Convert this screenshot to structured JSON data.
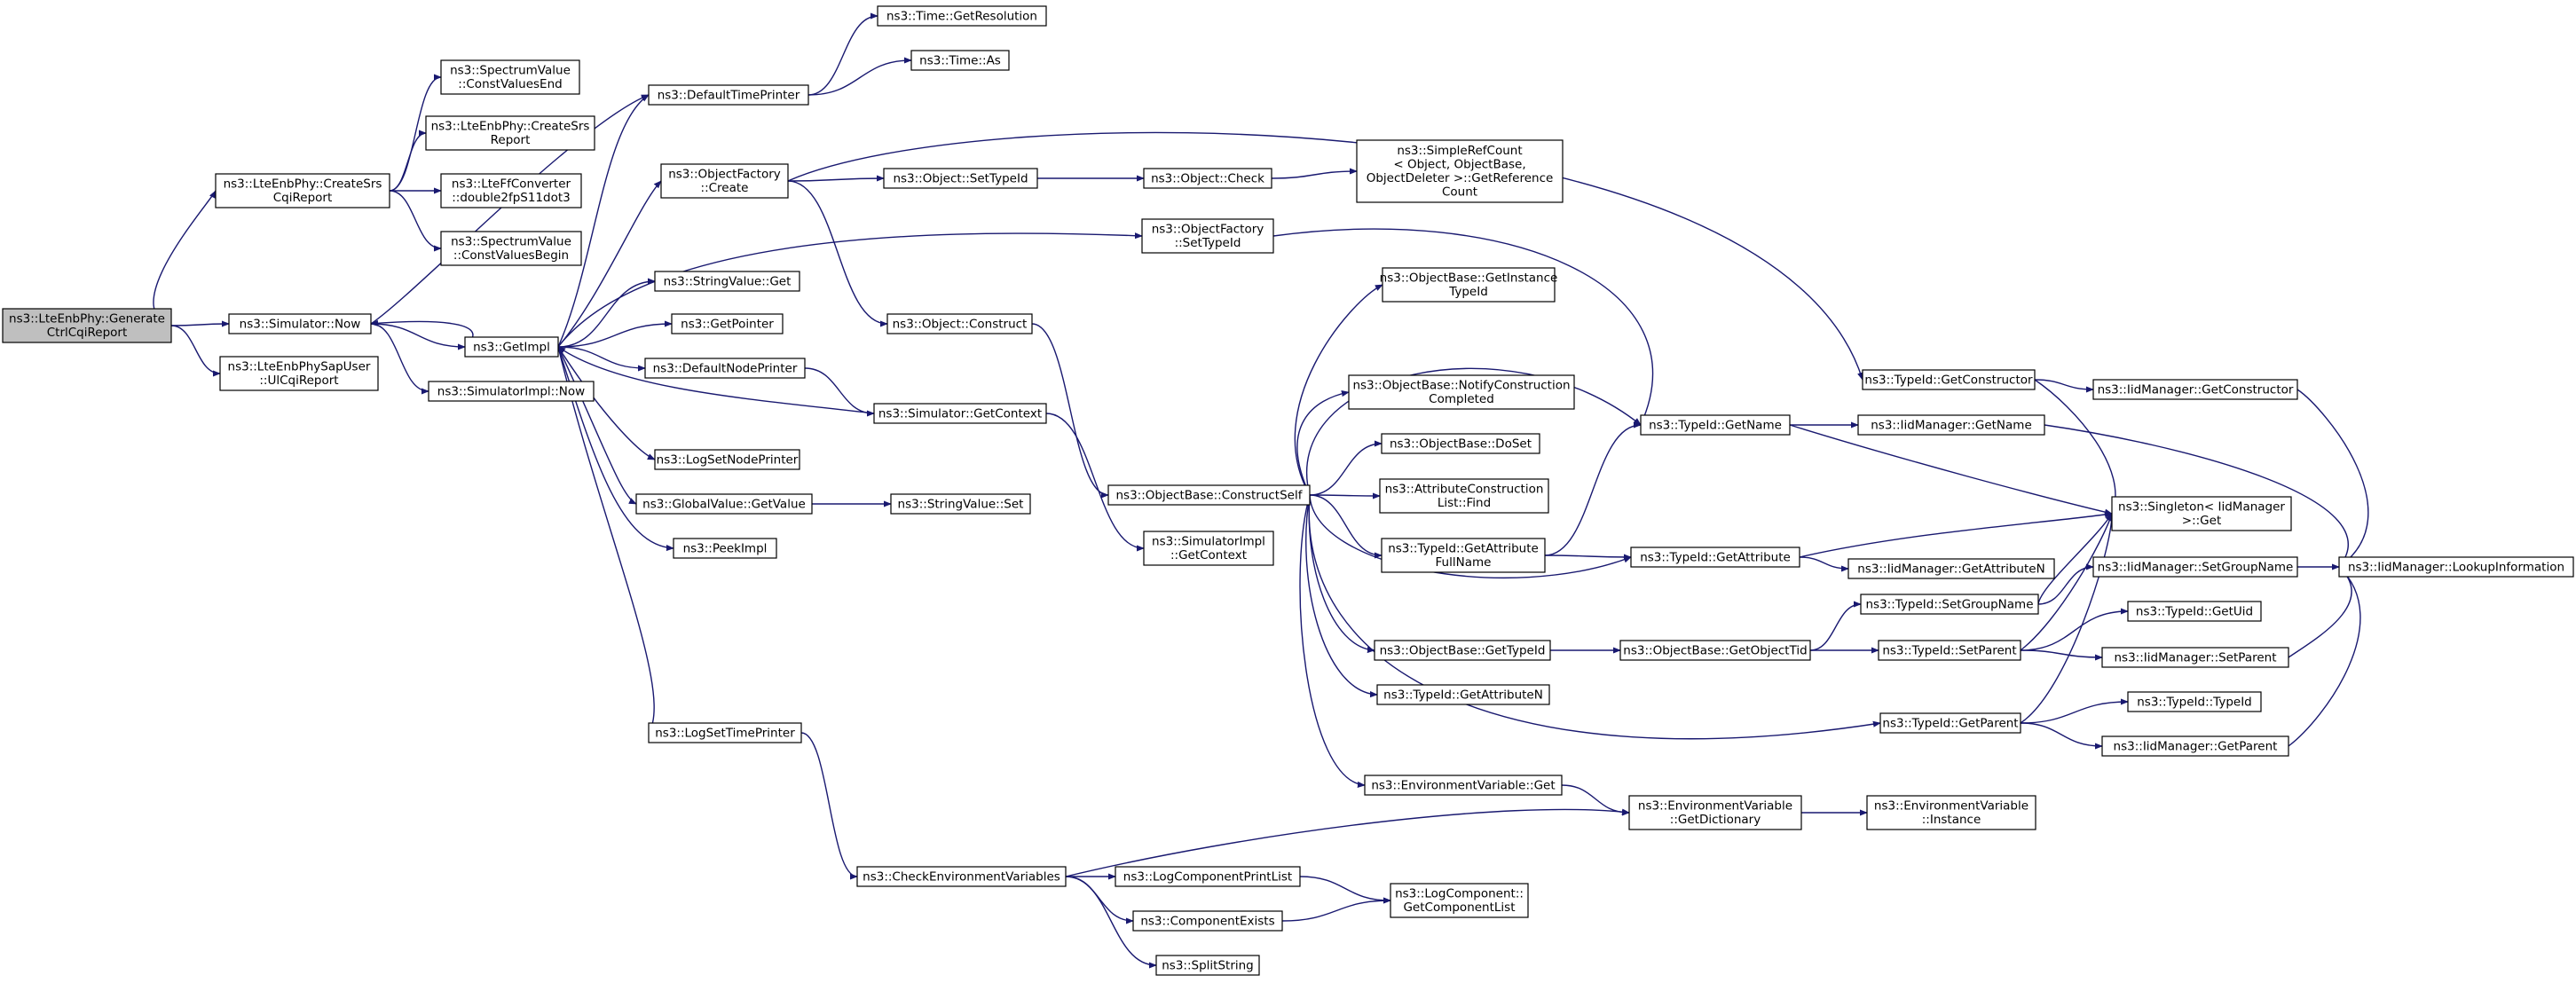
{
  "colors": {
    "edge": "#191970",
    "node_fill": "#ffffff",
    "root_fill": "#bfbfbf",
    "border": "#000000"
  },
  "nodes": [
    {
      "id": "root",
      "lines": [
        "ns3::LteEnbPhy::Generate",
        "CtrlCqiReport"
      ],
      "root": true
    },
    {
      "id": "createSrs",
      "lines": [
        "ns3::LteEnbPhy::CreateSrs",
        "CqiReport"
      ]
    },
    {
      "id": "simNow",
      "lines": [
        "ns3::Simulator::Now"
      ]
    },
    {
      "id": "ulCqi",
      "lines": [
        "ns3::LteEnbPhySapUser",
        "::UlCqiReport"
      ]
    },
    {
      "id": "cvEnd",
      "lines": [
        "ns3::SpectrumValue",
        "::ConstValuesEnd"
      ]
    },
    {
      "id": "createSrsRep",
      "lines": [
        "ns3::LteEnbPhy::CreateSrs",
        "Report"
      ]
    },
    {
      "id": "ffconv",
      "lines": [
        "ns3::LteFfConverter",
        "::double2fpS11dot3"
      ]
    },
    {
      "id": "cvBegin",
      "lines": [
        "ns3::SpectrumValue",
        "::ConstValuesBegin"
      ]
    },
    {
      "id": "getImpl",
      "lines": [
        "ns3::GetImpl"
      ]
    },
    {
      "id": "simImplNow",
      "lines": [
        "ns3::SimulatorImpl::Now"
      ]
    },
    {
      "id": "defTimePrinter",
      "lines": [
        "ns3::DefaultTimePrinter"
      ]
    },
    {
      "id": "objFactCreate",
      "lines": [
        "ns3::ObjectFactory",
        "::Create"
      ]
    },
    {
      "id": "strValGet",
      "lines": [
        "ns3::StringValue::Get"
      ]
    },
    {
      "id": "getPointer",
      "lines": [
        "ns3::GetPointer"
      ]
    },
    {
      "id": "defNodePrinter",
      "lines": [
        "ns3::DefaultNodePrinter"
      ]
    },
    {
      "id": "logSetNodePrinter",
      "lines": [
        "ns3::LogSetNodePrinter"
      ]
    },
    {
      "id": "gvGetValue",
      "lines": [
        "ns3::GlobalValue::GetValue"
      ]
    },
    {
      "id": "peekImpl",
      "lines": [
        "ns3::PeekImpl"
      ]
    },
    {
      "id": "logSetTimePrinter",
      "lines": [
        "ns3::LogSetTimePrinter"
      ]
    },
    {
      "id": "timeGetRes",
      "lines": [
        "ns3::Time::GetResolution"
      ]
    },
    {
      "id": "timeAs",
      "lines": [
        "ns3::Time::As"
      ]
    },
    {
      "id": "objSetTypeId",
      "lines": [
        "ns3::Object::SetTypeId"
      ]
    },
    {
      "id": "objConstruct",
      "lines": [
        "ns3::Object::Construct"
      ]
    },
    {
      "id": "simGetContext",
      "lines": [
        "ns3::Simulator::GetContext"
      ]
    },
    {
      "id": "strValSet",
      "lines": [
        "ns3::StringValue::Set"
      ]
    },
    {
      "id": "checkEnv",
      "lines": [
        "ns3::CheckEnvironmentVariables"
      ]
    },
    {
      "id": "objCheck",
      "lines": [
        "ns3::Object::Check"
      ]
    },
    {
      "id": "ofSetTypeId",
      "lines": [
        "ns3::ObjectFactory",
        "::SetTypeId"
      ]
    },
    {
      "id": "obConstructSelf",
      "lines": [
        "ns3::ObjectBase::ConstructSelf"
      ]
    },
    {
      "id": "simImplGetCtx",
      "lines": [
        "ns3::SimulatorImpl",
        "::GetContext"
      ]
    },
    {
      "id": "logCompPrintList",
      "lines": [
        "ns3::LogComponentPrintList"
      ]
    },
    {
      "id": "compExists",
      "lines": [
        "ns3::ComponentExists"
      ]
    },
    {
      "id": "splitString",
      "lines": [
        "ns3::SplitString"
      ]
    },
    {
      "id": "simpleRefCount",
      "lines": [
        "ns3::SimpleRefCount",
        "< Object, ObjectBase,",
        "ObjectDeleter >::GetReference",
        "Count"
      ]
    },
    {
      "id": "obGetInstTid",
      "lines": [
        "ns3::ObjectBase::GetInstance",
        "TypeId"
      ]
    },
    {
      "id": "obNotify",
      "lines": [
        "ns3::ObjectBase::NotifyConstruction",
        "Completed"
      ]
    },
    {
      "id": "obDoSet",
      "lines": [
        "ns3::ObjectBase::DoSet"
      ]
    },
    {
      "id": "acListFind",
      "lines": [
        "ns3::AttributeConstruction",
        "List::Find"
      ]
    },
    {
      "id": "tidGetAttrFull",
      "lines": [
        "ns3::TypeId::GetAttribute",
        "FullName"
      ]
    },
    {
      "id": "obGetTypeId",
      "lines": [
        "ns3::ObjectBase::GetTypeId"
      ]
    },
    {
      "id": "tidGetAttrN",
      "lines": [
        "ns3::TypeId::GetAttributeN"
      ]
    },
    {
      "id": "envGet",
      "lines": [
        "ns3::EnvironmentVariable::Get"
      ]
    },
    {
      "id": "logCompGetList",
      "lines": [
        "ns3::LogComponent::",
        "GetComponentList"
      ]
    },
    {
      "id": "tidGetName",
      "lines": [
        "ns3::TypeId::GetName"
      ]
    },
    {
      "id": "tidGetAttr",
      "lines": [
        "ns3::TypeId::GetAttribute"
      ]
    },
    {
      "id": "obGetObjTid",
      "lines": [
        "ns3::ObjectBase::GetObjectTid"
      ]
    },
    {
      "id": "envGetDict",
      "lines": [
        "ns3::EnvironmentVariable",
        "::GetDictionary"
      ]
    },
    {
      "id": "tidGetCtor",
      "lines": [
        "ns3::TypeId::GetConstructor"
      ]
    },
    {
      "id": "tidSetGroup",
      "lines": [
        "ns3::TypeId::SetGroupName"
      ]
    },
    {
      "id": "tidSetParent",
      "lines": [
        "ns3::TypeId::SetParent"
      ]
    },
    {
      "id": "tidGetParent",
      "lines": [
        "ns3::TypeId::GetParent"
      ]
    },
    {
      "id": "envInstance",
      "lines": [
        "ns3::EnvironmentVariable",
        "::Instance"
      ]
    },
    {
      "id": "iidGetCtor",
      "lines": [
        "ns3::IidManager::GetConstructor"
      ]
    },
    {
      "id": "iidGetName",
      "lines": [
        "ns3::IidManager::GetName"
      ]
    },
    {
      "id": "singletonGet",
      "lines": [
        "ns3::Singleton< IidManager",
        ">::Get"
      ]
    },
    {
      "id": "iidGetAttrN",
      "lines": [
        "ns3::IidManager::GetAttributeN"
      ]
    },
    {
      "id": "iidSetGroup",
      "lines": [
        "ns3::IidManager::SetGroupName"
      ]
    },
    {
      "id": "tidGetUid",
      "lines": [
        "ns3::TypeId::GetUid"
      ]
    },
    {
      "id": "iidSetParent",
      "lines": [
        "ns3::IidManager::SetParent"
      ]
    },
    {
      "id": "tidTypeId",
      "lines": [
        "ns3::TypeId::TypeId"
      ]
    },
    {
      "id": "iidGetParent",
      "lines": [
        "ns3::IidManager::GetParent"
      ]
    },
    {
      "id": "iidLookup",
      "lines": [
        "ns3::IidManager::LookupInformation"
      ]
    }
  ],
  "edges": [
    [
      "root",
      "createSrs"
    ],
    [
      "root",
      "simNow"
    ],
    [
      "root",
      "ulCqi"
    ],
    [
      "createSrs",
      "cvEnd"
    ],
    [
      "createSrs",
      "createSrsRep"
    ],
    [
      "createSrs",
      "ffconv"
    ],
    [
      "createSrs",
      "cvBegin"
    ],
    [
      "simNow",
      "getImpl"
    ],
    [
      "simNow",
      "simImplNow"
    ],
    [
      "simNow",
      "defTimePrinter"
    ],
    [
      "getImpl",
      "defTimePrinter"
    ],
    [
      "getImpl",
      "objFactCreate"
    ],
    [
      "getImpl",
      "strValGet"
    ],
    [
      "getImpl",
      "getPointer"
    ],
    [
      "getImpl",
      "defNodePrinter"
    ],
    [
      "getImpl",
      "logSetNodePrinter"
    ],
    [
      "getImpl",
      "gvGetValue"
    ],
    [
      "getImpl",
      "peekImpl"
    ],
    [
      "getImpl",
      "logSetTimePrinter"
    ],
    [
      "getImpl",
      "ofSetTypeId"
    ],
    [
      "getImpl",
      "simNow"
    ],
    [
      "defTimePrinter",
      "timeGetRes"
    ],
    [
      "defTimePrinter",
      "timeAs"
    ],
    [
      "objFactCreate",
      "objSetTypeId"
    ],
    [
      "objFactCreate",
      "objConstruct"
    ],
    [
      "objFactCreate",
      "tidGetCtor"
    ],
    [
      "defNodePrinter",
      "simGetContext"
    ],
    [
      "simGetContext",
      "getImpl"
    ],
    [
      "simGetContext",
      "simImplGetCtx"
    ],
    [
      "gvGetValue",
      "strValSet"
    ],
    [
      "logSetTimePrinter",
      "checkEnv"
    ],
    [
      "objSetTypeId",
      "objCheck"
    ],
    [
      "objCheck",
      "simpleRefCount"
    ],
    [
      "ofSetTypeId",
      "tidGetName"
    ],
    [
      "objConstruct",
      "obConstructSelf"
    ],
    [
      "checkEnv",
      "logCompPrintList"
    ],
    [
      "checkEnv",
      "compExists"
    ],
    [
      "checkEnv",
      "splitString"
    ],
    [
      "checkEnv",
      "envGetDict"
    ],
    [
      "logCompPrintList",
      "logCompGetList"
    ],
    [
      "compExists",
      "logCompGetList"
    ],
    [
      "obConstructSelf",
      "obGetInstTid"
    ],
    [
      "obConstructSelf",
      "tidGetName"
    ],
    [
      "obConstructSelf",
      "obNotify"
    ],
    [
      "obConstructSelf",
      "obDoSet"
    ],
    [
      "obConstructSelf",
      "acListFind"
    ],
    [
      "obConstructSelf",
      "tidGetAttrFull"
    ],
    [
      "obConstructSelf",
      "tidGetAttr"
    ],
    [
      "obConstructSelf",
      "obGetTypeId"
    ],
    [
      "obConstructSelf",
      "tidGetAttrN"
    ],
    [
      "obConstructSelf",
      "envGet"
    ],
    [
      "obConstructSelf",
      "tidGetParent"
    ],
    [
      "tidGetAttrFull",
      "tidGetName"
    ],
    [
      "tidGetAttrFull",
      "tidGetAttr"
    ],
    [
      "obGetTypeId",
      "obGetObjTid"
    ],
    [
      "envGet",
      "envGetDict"
    ],
    [
      "envGetDict",
      "envInstance"
    ],
    [
      "tidGetName",
      "iidGetName"
    ],
    [
      "tidGetName",
      "singletonGet"
    ],
    [
      "tidGetAttr",
      "singletonGet"
    ],
    [
      "tidGetAttr",
      "iidGetAttrN"
    ],
    [
      "obGetObjTid",
      "tidSetGroup"
    ],
    [
      "obGetObjTid",
      "tidSetParent"
    ],
    [
      "tidGetCtor",
      "iidGetCtor"
    ],
    [
      "tidGetCtor",
      "singletonGet"
    ],
    [
      "tidSetGroup",
      "singletonGet"
    ],
    [
      "tidSetGroup",
      "iidSetGroup"
    ],
    [
      "tidSetParent",
      "singletonGet"
    ],
    [
      "tidSetParent",
      "tidGetUid"
    ],
    [
      "tidSetParent",
      "iidSetParent"
    ],
    [
      "tidGetParent",
      "singletonGet"
    ],
    [
      "tidGetParent",
      "tidTypeId"
    ],
    [
      "tidGetParent",
      "iidGetParent"
    ],
    [
      "iidGetCtor",
      "iidLookup"
    ],
    [
      "iidGetName",
      "iidLookup"
    ],
    [
      "iidSetGroup",
      "iidLookup"
    ],
    [
      "iidSetParent",
      "iidLookup"
    ],
    [
      "iidGetParent",
      "iidLookup"
    ]
  ]
}
